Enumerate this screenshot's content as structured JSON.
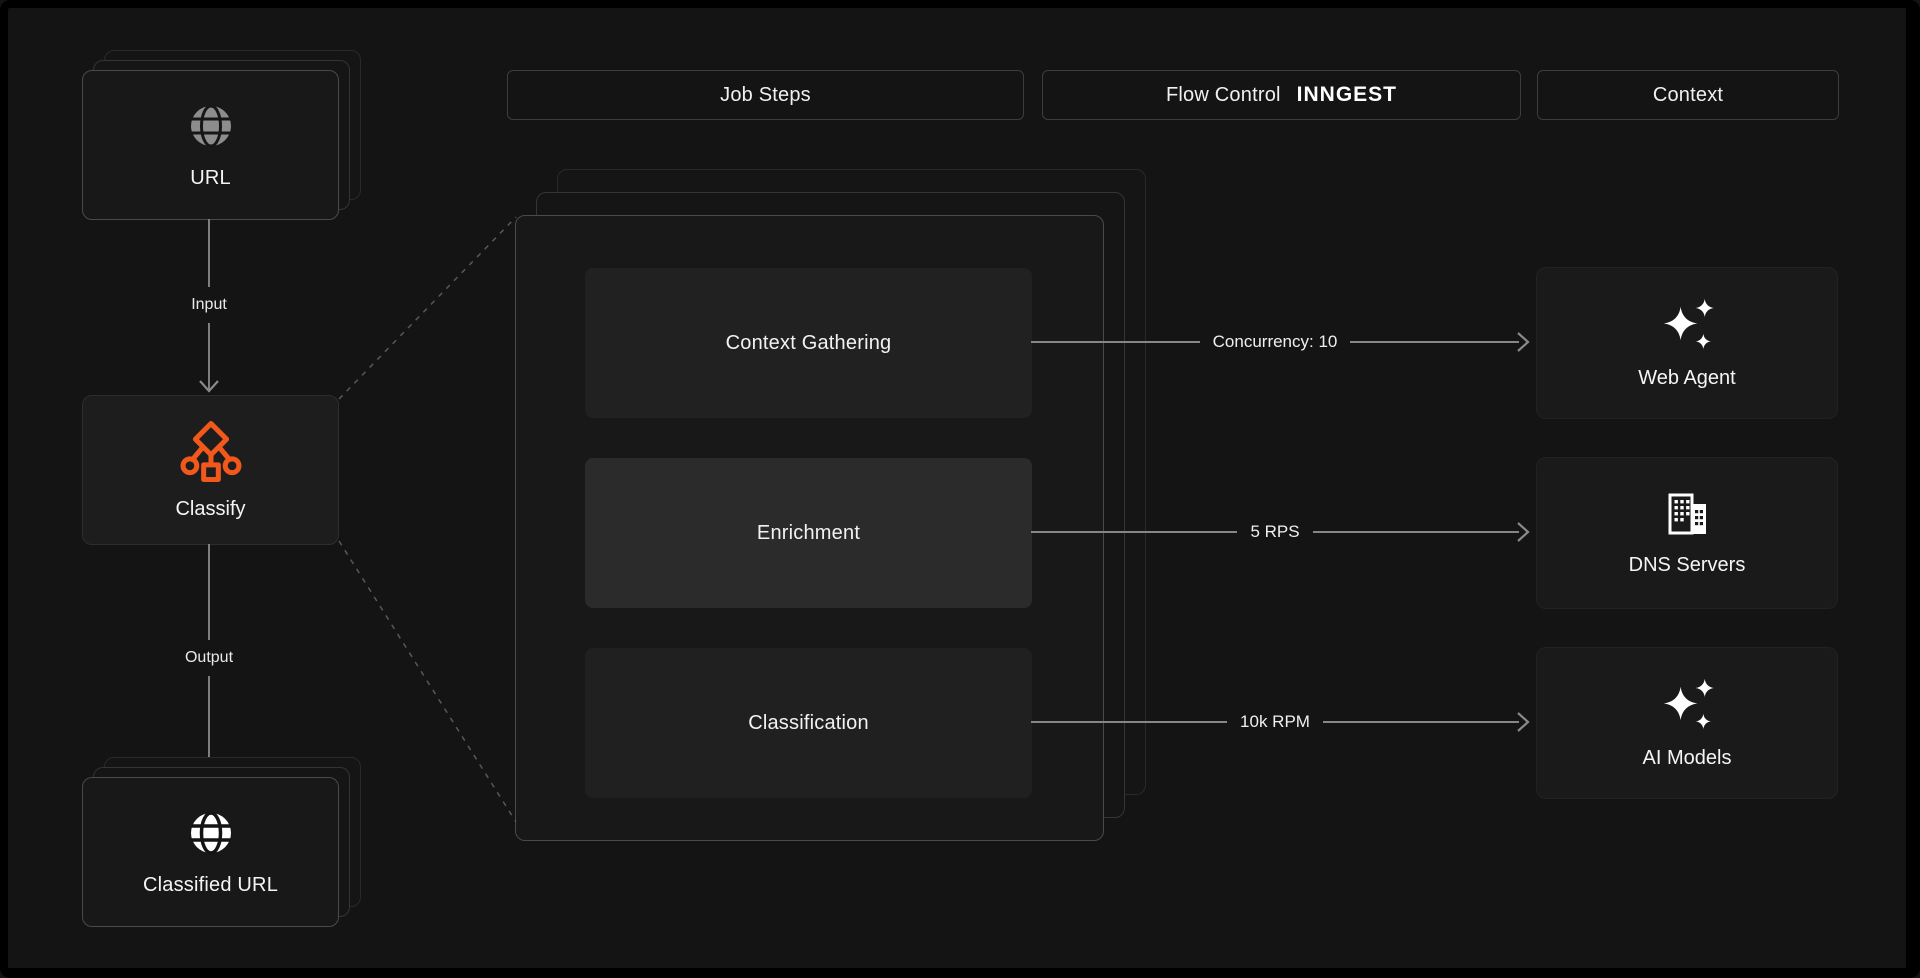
{
  "headers": {
    "job_steps": "Job Steps",
    "flow_control": "Flow Control",
    "flow_control_logo": "INNGEST",
    "context": "Context"
  },
  "pipeline": {
    "input_card_label": "URL",
    "input_edge_label": "Input",
    "node_label": "Classify",
    "output_edge_label": "Output",
    "output_card_label": "Classified URL"
  },
  "steps": [
    {
      "name": "Context Gathering",
      "flow_control": "Concurrency: 10",
      "context": "Web Agent",
      "context_icon": "sparkles-icon"
    },
    {
      "name": "Enrichment",
      "flow_control": "5 RPS",
      "context": "DNS Servers",
      "context_icon": "buildings-icon"
    },
    {
      "name": "Classification",
      "flow_control": "10k RPM",
      "context": "AI Models",
      "context_icon": "sparkles-icon"
    }
  ],
  "icons": {
    "input_card": "globe-icon",
    "output_card": "globe-filled-icon",
    "node": "decision-tree-icon"
  },
  "colors": {
    "accent_orange": "#F1581C",
    "arrow_gray": "#8A8A8A",
    "canvas_background": "#141414"
  }
}
